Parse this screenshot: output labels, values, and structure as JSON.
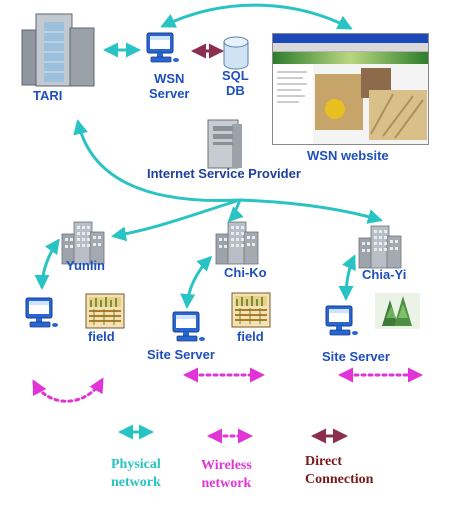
{
  "nodes": {
    "tari": "TARI",
    "wsn_server": [
      "WSN",
      "Server"
    ],
    "sql_db": [
      "SQL",
      "DB"
    ],
    "wsn_website": "WSN website",
    "isp": "Internet Service Provider",
    "yunlin": "Yunlin",
    "chiko": "Chi-Ko",
    "chiayi": "Chia-Yi",
    "field_yunlin": "field",
    "field_chiko": "field",
    "site_server_chiko": "Site Server",
    "site_server_chiayi": "Site Server"
  },
  "legend": {
    "physical": [
      "Physical",
      "network"
    ],
    "wireless": [
      "Wireless",
      "network"
    ],
    "direct": [
      "Direct",
      "Connection"
    ]
  },
  "colors": {
    "physical": "#29c3c3",
    "wireless": "#e234d6",
    "direct": "#8b2e4f",
    "label_blue": "#1f4fbf"
  }
}
